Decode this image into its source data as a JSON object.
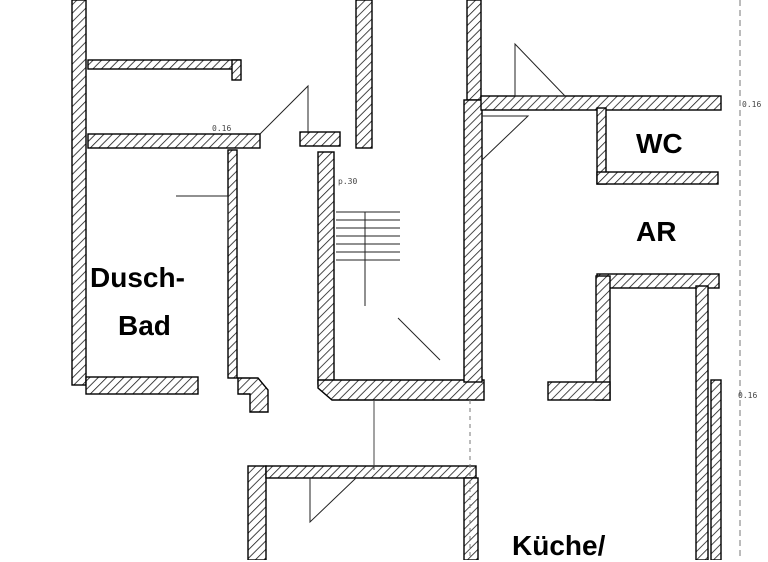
{
  "rooms": {
    "wc": "WC",
    "ar": "AR",
    "dusch_bad_line1": "Dusch-",
    "dusch_bad_line2": "Bad",
    "kueche": "Küche/"
  },
  "annotations": {
    "dim_upper_left": "0.16",
    "dim_stair": "p.30",
    "dim_right_top": "0.16",
    "dim_right_mid": "0.16"
  },
  "colors": {
    "wall_hatch": "#1a1a1a",
    "background": "#ffffff"
  }
}
